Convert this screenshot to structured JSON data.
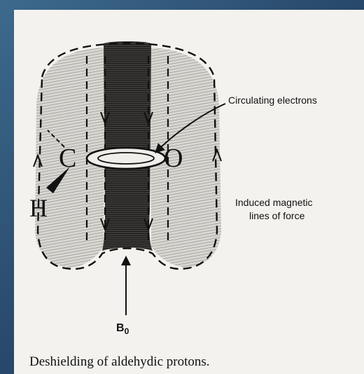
{
  "diagram": {
    "atoms": {
      "carbon": "C",
      "oxygen": "O",
      "hydrogen": "H"
    },
    "labels": {
      "circulating_electrons": "Circulating electrons",
      "induced_field_line1": "Induced magnetic",
      "induced_field_line2": "lines of force",
      "applied_field_main": "B",
      "applied_field_sub": "0"
    },
    "caption": "Deshielding of aldehydic protons."
  }
}
